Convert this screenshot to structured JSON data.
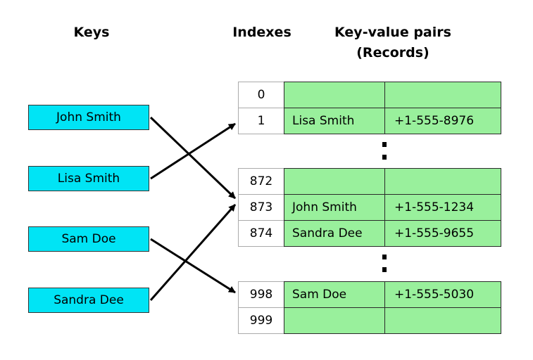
{
  "headers": {
    "keys": "Keys",
    "indexes": "Indexes",
    "records_line1": "Key-value pairs",
    "records_line2": "(Records)"
  },
  "keys": [
    "John Smith",
    "Lisa Smith",
    "Sam Doe",
    "Sandra Dee"
  ],
  "table": [
    {
      "index": "0",
      "name": "",
      "phone": ""
    },
    {
      "index": "1",
      "name": "Lisa Smith",
      "phone": "+1-555-8976"
    },
    {
      "index": "872",
      "name": "",
      "phone": ""
    },
    {
      "index": "873",
      "name": "John Smith",
      "phone": "+1-555-1234"
    },
    {
      "index": "874",
      "name": "Sandra Dee",
      "phone": "+1-555-9655"
    },
    {
      "index": "998",
      "name": "Sam Doe",
      "phone": "+1-555-5030"
    },
    {
      "index": "999",
      "name": "",
      "phone": ""
    }
  ],
  "colors": {
    "key_box": "#00e4f5",
    "record_cell": "#99f09c"
  }
}
